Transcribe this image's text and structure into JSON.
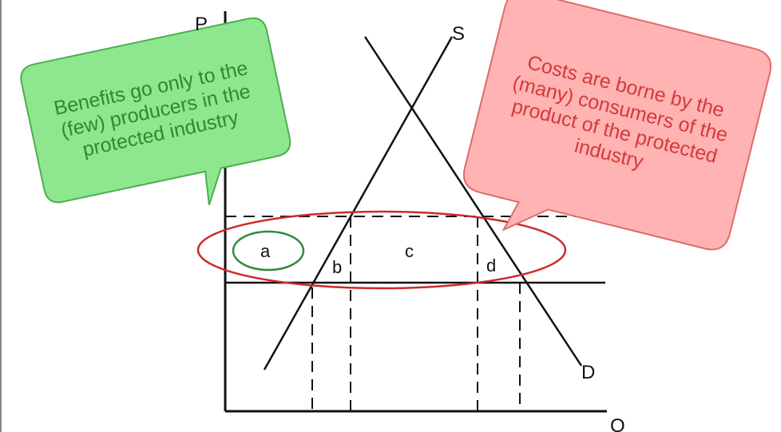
{
  "axes": {
    "y_label": "P",
    "x_label": "Q"
  },
  "curves": {
    "supply_label": "S",
    "demand_label": "D"
  },
  "areas": {
    "a": "a",
    "b": "b",
    "c": "c",
    "d": "d"
  },
  "callouts": {
    "benefits": "Benefits go only to the (few) producers in the protected industry",
    "costs": "Costs are borne by the (many) consumers of the product of the protected industry"
  },
  "colors": {
    "benefits_fill": "#8ee68e",
    "benefits_stroke": "#4caf50",
    "benefits_text": "#2e8a2e",
    "benefits_ellipse": "#2e8b3a",
    "costs_fill": "#ffb3b3",
    "costs_stroke": "#e06b6b",
    "costs_text": "#d33a3a",
    "costs_ellipse": "#cc2a2a",
    "lines": "#111111"
  }
}
